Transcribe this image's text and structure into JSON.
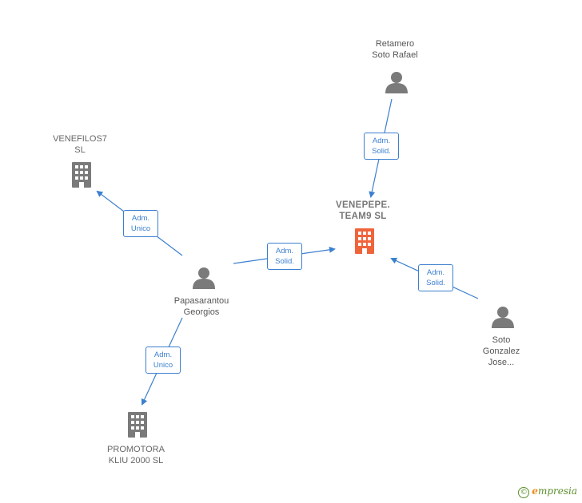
{
  "colors": {
    "edge": "#3c7fcf",
    "building_gray": "#7a7a7a",
    "building_center": "#f0643c",
    "person": "#7a7a7a"
  },
  "nodes": {
    "retamero": {
      "line1": "Retamero",
      "line2": "Soto Rafael"
    },
    "venefilos": {
      "line1": "VENEFILOS7",
      "line2": "SL"
    },
    "venepepe": {
      "line1": "VENEPEPE.",
      "line2": "TEAM9  SL"
    },
    "papasarantou": {
      "line1": "Papasarantou",
      "line2": "Georgios"
    },
    "soto": {
      "line1": "Soto",
      "line2": "Gonzalez",
      "line3": "Jose..."
    },
    "promotora": {
      "line1": "PROMOTORA",
      "line2": "KLIU 2000  SL"
    }
  },
  "edges": {
    "retamero_venepepe": {
      "line1": "Adm.",
      "line2": "Solid."
    },
    "papa_venefilos": {
      "line1": "Adm.",
      "line2": "Unico"
    },
    "papa_venepepe": {
      "line1": "Adm.",
      "line2": "Solid."
    },
    "soto_venepepe": {
      "line1": "Adm.",
      "line2": "Solid."
    },
    "papa_promotora": {
      "line1": "Adm.",
      "line2": "Unico"
    }
  },
  "brand": {
    "copyright": "©",
    "first": "e",
    "rest": "mpresia"
  }
}
